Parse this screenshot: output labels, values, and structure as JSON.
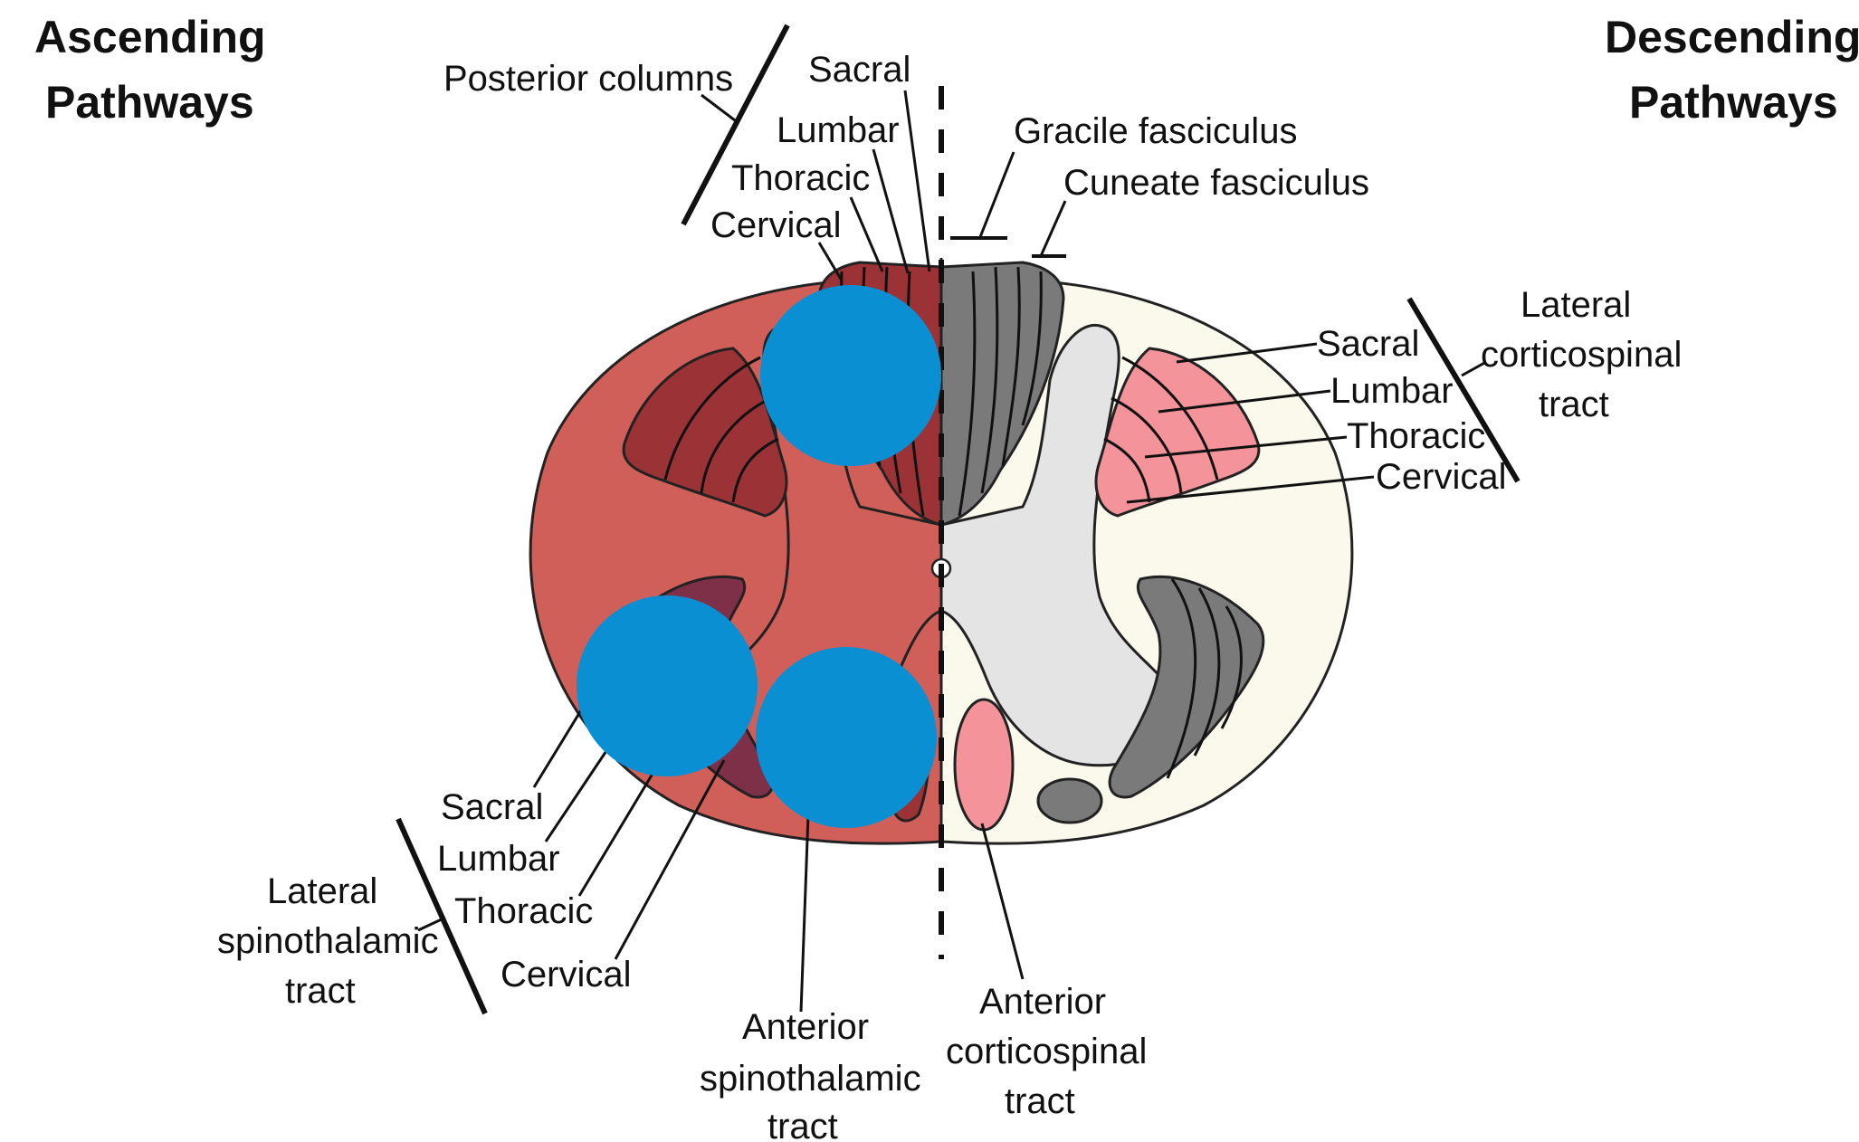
{
  "headers": {
    "ascending": [
      "Ascending",
      "Pathways"
    ],
    "descending": [
      "Descending",
      "Pathways"
    ]
  },
  "left_labels": {
    "posterior_columns": "Posterior columns",
    "pc_sacral": "Sacral",
    "pc_lumbar": "Lumbar",
    "pc_thoracic": "Thoracic",
    "pc_cervical": "Cervical",
    "lst_sacral": "Sacral",
    "lst_lumbar": "Lumbar",
    "lst_thoracic": "Thoracic",
    "lst_cervical": "Cervical",
    "lateral_spinothalamic": [
      "Lateral",
      "spinothalamic",
      "tract"
    ],
    "anterior_spinothalamic": [
      "Anterior",
      "spinothalamic",
      "tract"
    ]
  },
  "right_labels": {
    "gracile": "Gracile fasciculus",
    "cuneate": "Cuneate fasciculus",
    "lcs_sacral": "Sacral",
    "lcs_lumbar": "Lumbar",
    "lcs_thoracic": "Thoracic",
    "lcs_cervical": "Cervical",
    "lateral_corticospinal": [
      "Lateral",
      "corticospinal",
      "tract"
    ],
    "anterior_corticospinal": [
      "Anterior",
      "corticospinal",
      "tract"
    ]
  },
  "colors": {
    "ascending_white_matter": "#cf5f58",
    "ascending_tract_dark": "#9b3236",
    "ascending_tract_purple": "#7e3048",
    "descending_white_matter": "#fbf8ec",
    "grey_matter_right": "#e4e4e4",
    "dorsal_columns_right": "#7a7a7a",
    "corticospinal_pink": "#f4949a",
    "occluder_blue": "#0a8fd3"
  }
}
